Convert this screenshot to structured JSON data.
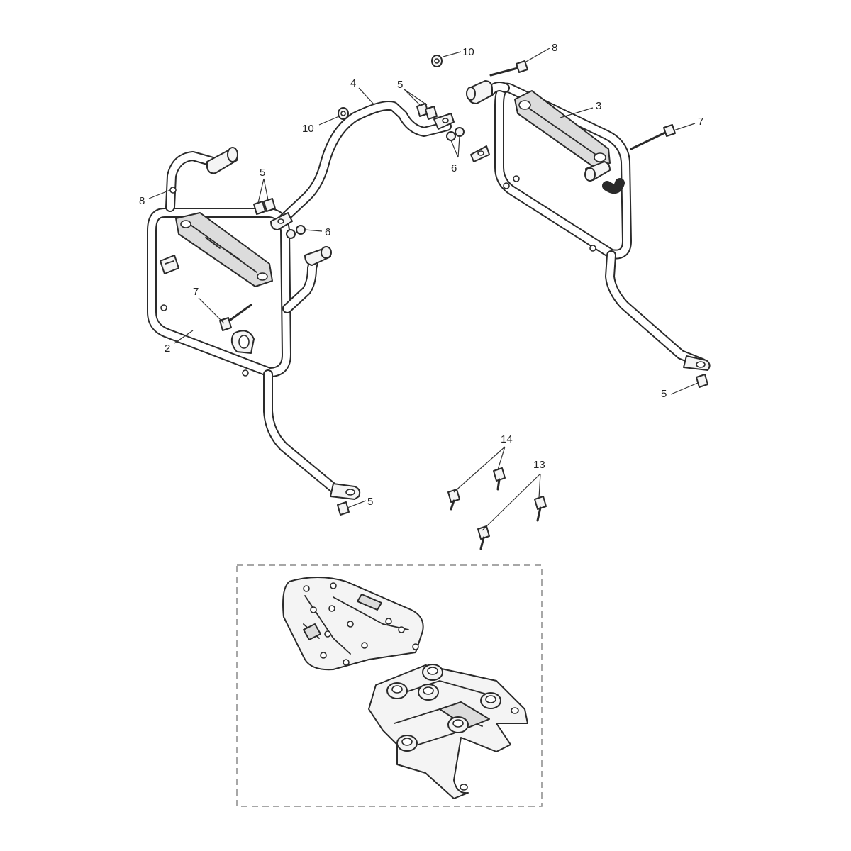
{
  "callouts": {
    "c10_top": "10",
    "c8_top": "8",
    "c4": "4",
    "c5_top": "5",
    "c3": "3",
    "c7_right": "7",
    "c10_mid": "10",
    "c6_top": "6",
    "c5_left": "5",
    "c8_left": "8",
    "c6_mid": "6",
    "c7_left": "7",
    "c2": "2",
    "c5_right": "5",
    "c14": "14",
    "c13": "13",
    "c5_bottom": "5"
  },
  "colors": {
    "line": "#2a2a2a",
    "dashed_box": "#8a8a8a",
    "background": "#ffffff"
  }
}
